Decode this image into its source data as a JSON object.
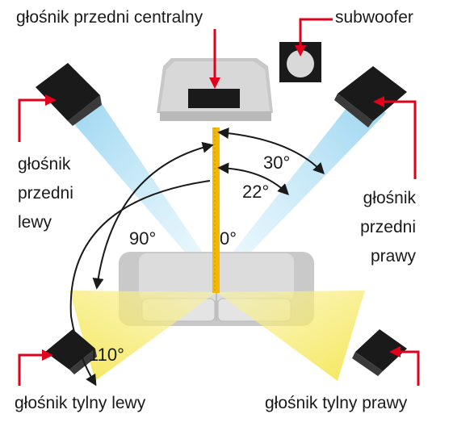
{
  "labels": {
    "front_center": "głośnik przedni centralny",
    "subwoofer": "subwoofer",
    "front_left": [
      "głośnik",
      "przedni",
      "lewy"
    ],
    "front_right": [
      "głośnik",
      "przedni",
      "prawy"
    ],
    "rear_left": "głośnik tylny lewy",
    "rear_right": "głośnik tylny prawy"
  },
  "angles": {
    "a30": "30°",
    "a22": "22°",
    "a90": "90°",
    "a0": "0°",
    "a110": "110°"
  },
  "colors": {
    "speaker_body": "#1a1a1a",
    "arrow_red": "#e3001b",
    "beam_blue": "#a9dbf1",
    "beam_yellow": "#f5e64a",
    "sofa_grey": "#cfcfcf",
    "tv_grey": "#d4d4d4",
    "axis_orange": "#f5b800"
  }
}
